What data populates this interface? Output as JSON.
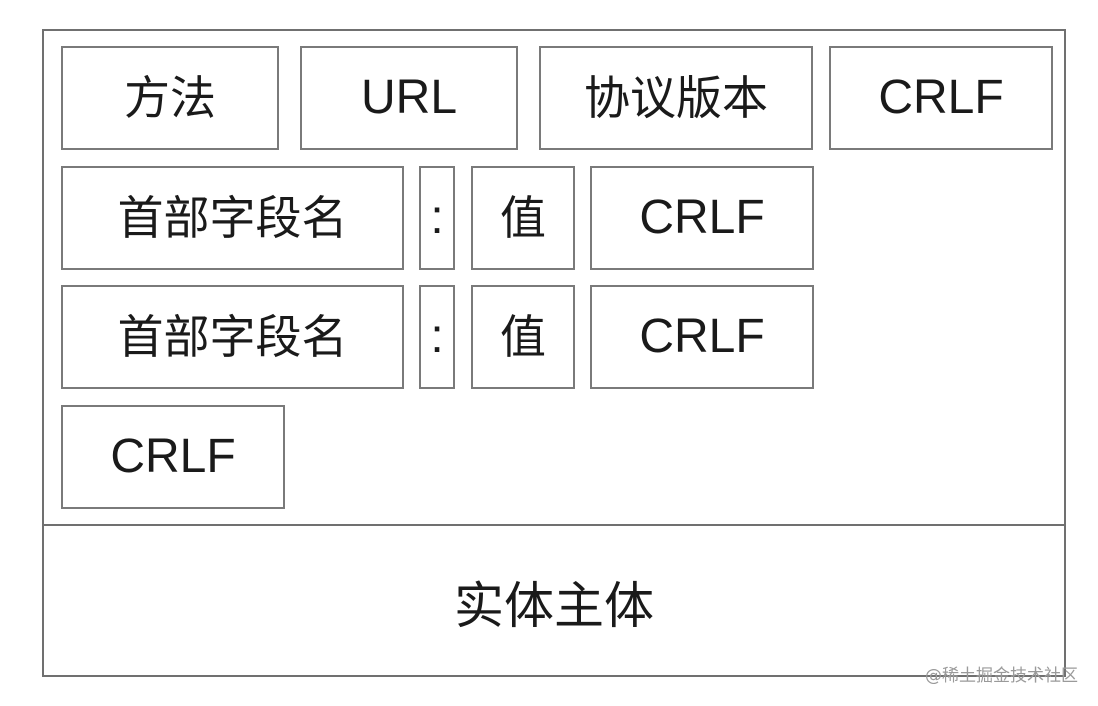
{
  "request_line": {
    "method": "方法",
    "url": "URL",
    "version": "协议版本",
    "crlf": "CRLF"
  },
  "headers": [
    {
      "name": "首部字段名",
      "colon": ":",
      "value": "值",
      "crlf": "CRLF"
    },
    {
      "name": "首部字段名",
      "colon": ":",
      "value": "值",
      "crlf": "CRLF"
    }
  ],
  "blank_line_crlf": "CRLF",
  "entity_body": "实体主体",
  "watermark": "@稀土掘金技术社区"
}
